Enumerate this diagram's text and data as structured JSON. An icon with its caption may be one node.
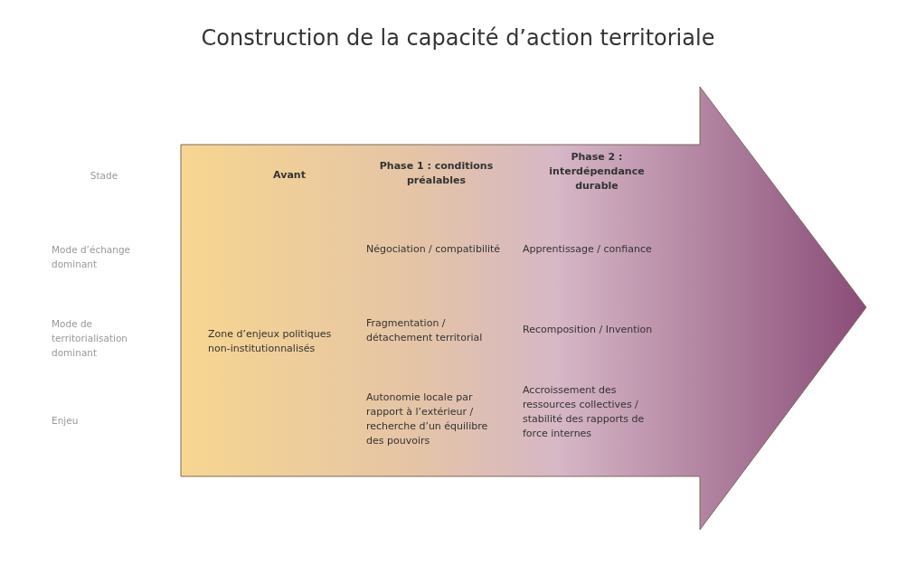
{
  "diagram": {
    "title": "Construction de la capacité d’action territoriale",
    "labels": [
      "Stade",
      "Avant",
      "Phase 1 : conditions préalables",
      "Phase 2 : interdépendance durable",
      "Mode d’échange dominant",
      "Négociation / compatibilité",
      "Apprentissage / confiance",
      "Mode de territorialisation dominant",
      "Zone d’enjeux politiques non-institutionnalisés",
      "Fragmentation / détachement territorial",
      "Recomposition / Invention",
      "Enjeu",
      "Autonomie locale par rapport à l’extérieur / recherche d’un équilibre des pouvoirs",
      "Accroissement des ressources collectives / stabilité des rapports de force internes"
    ]
  }
}
